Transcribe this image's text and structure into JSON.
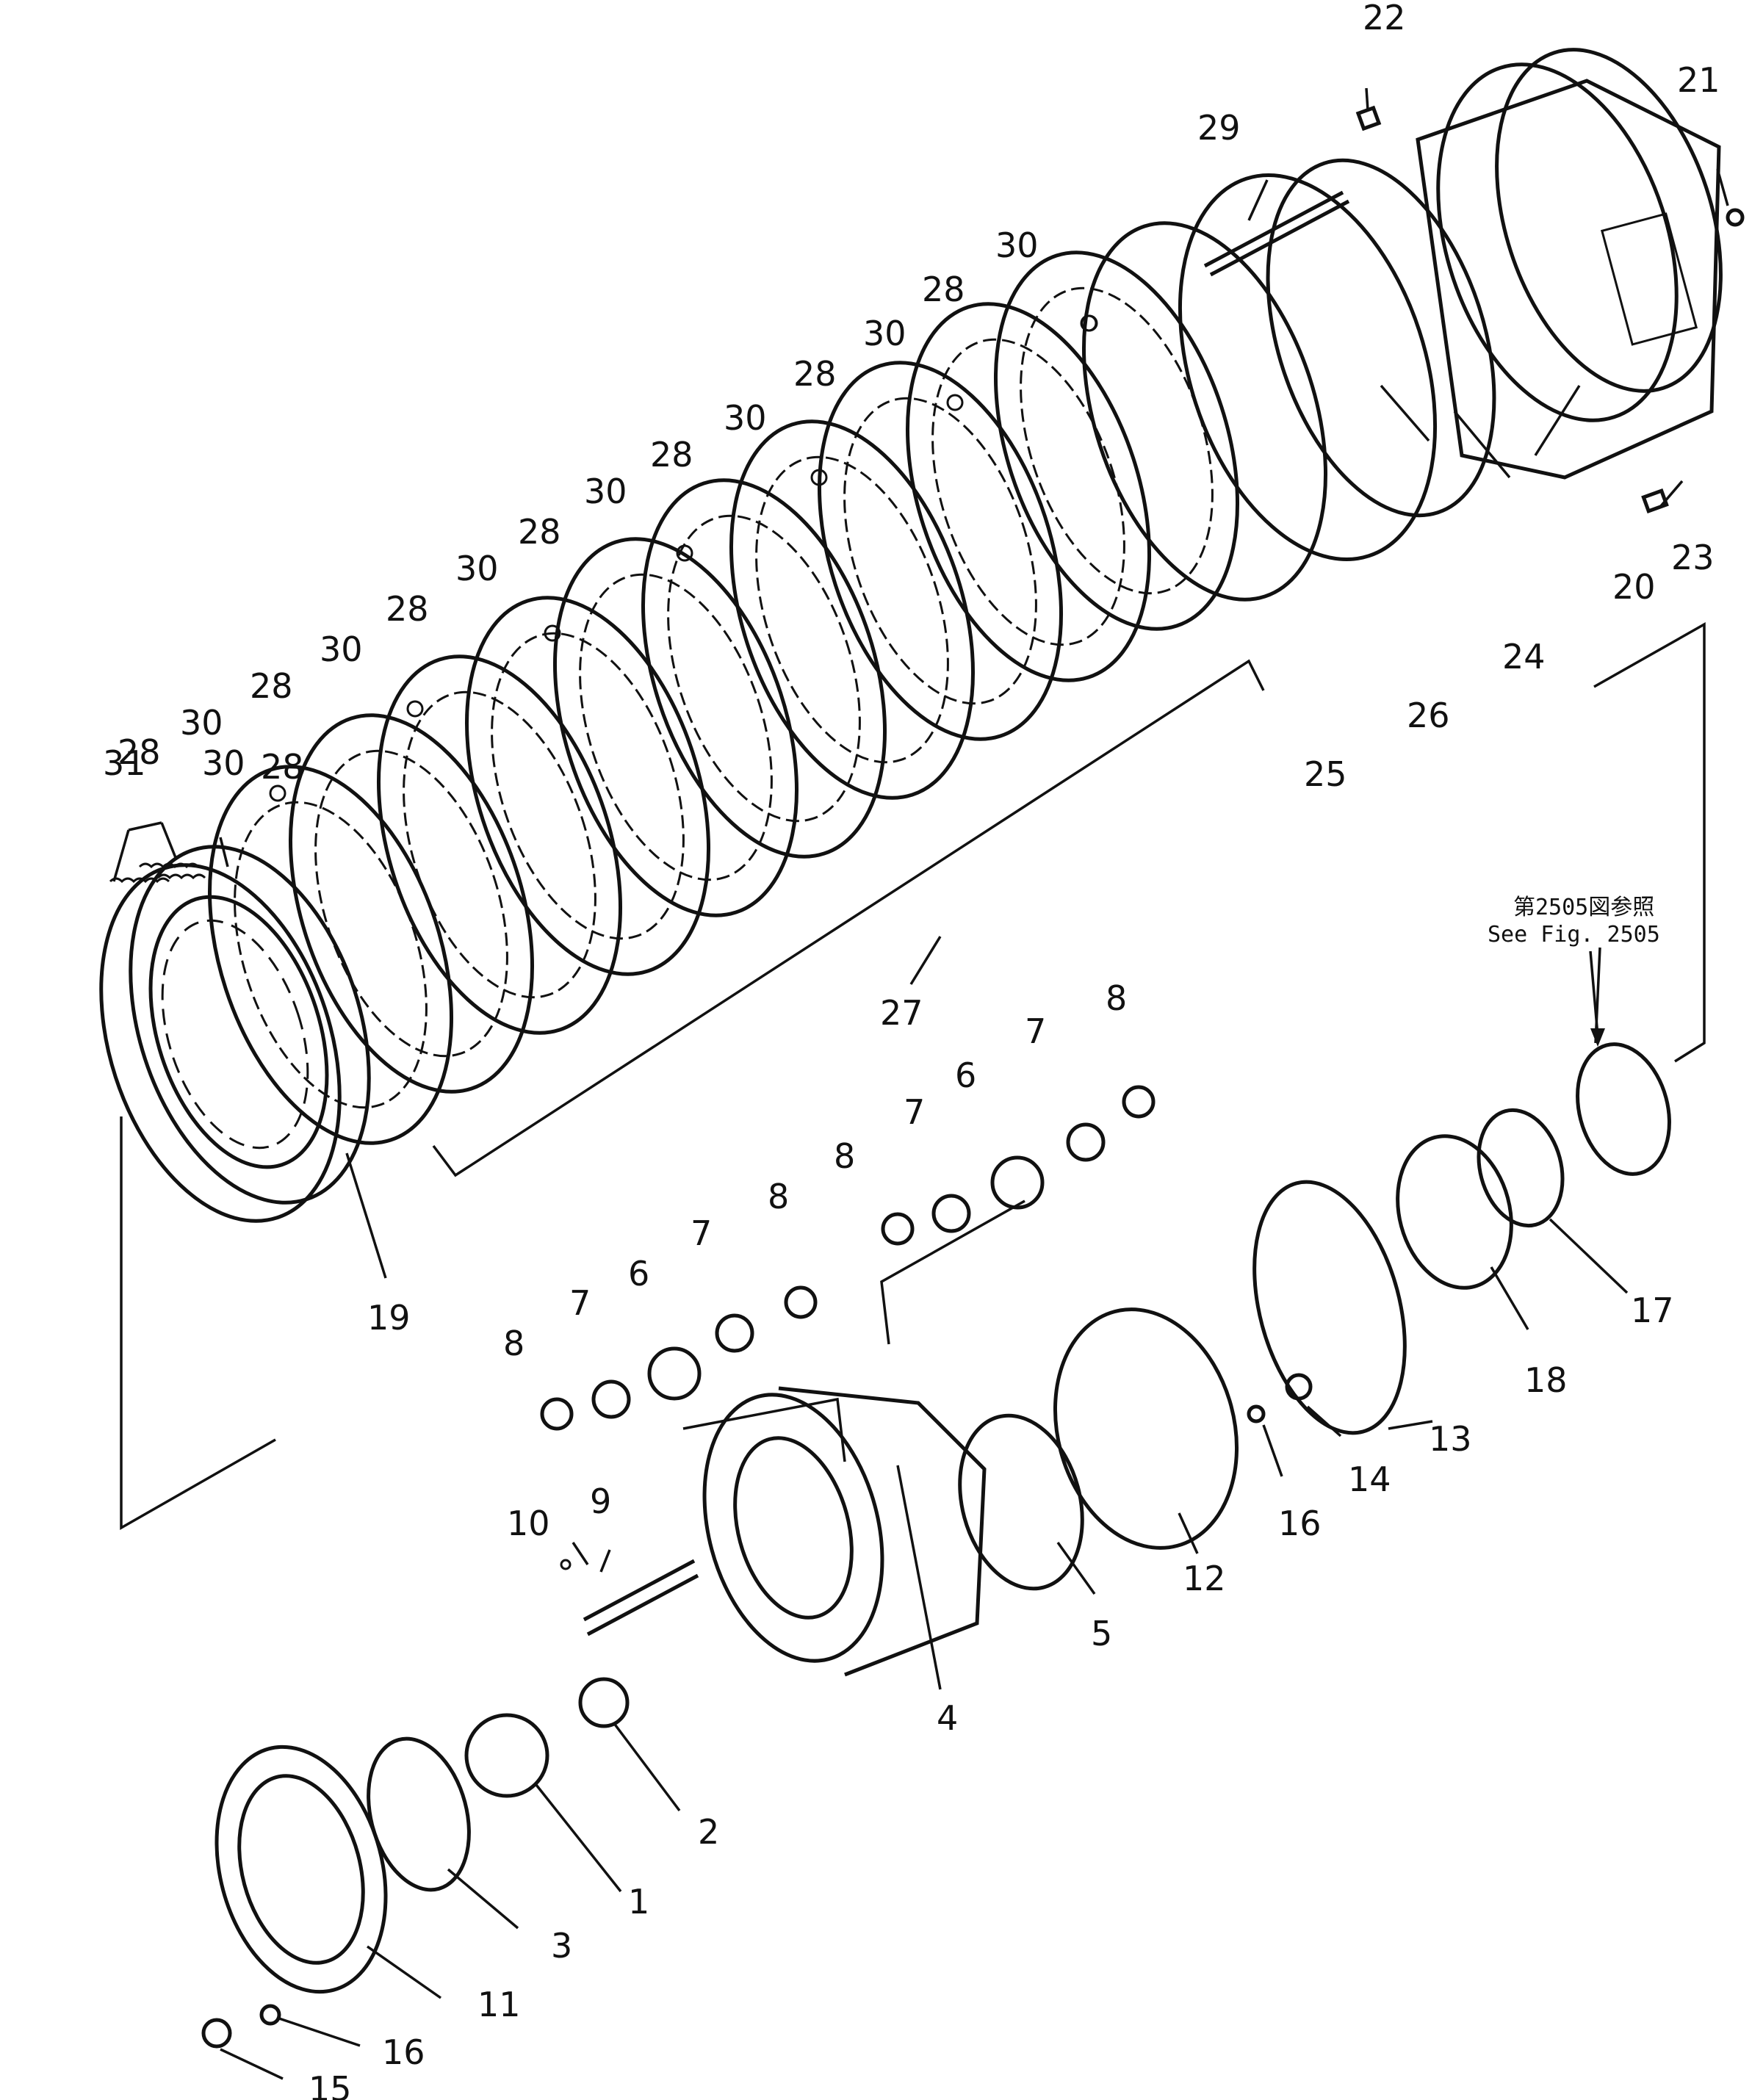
{
  "diagram": {
    "reference_note": {
      "line1": "第2505図参照",
      "line2": "See Fig. 2505"
    },
    "part_labels": [
      "1",
      "2",
      "3",
      "4",
      "5",
      "6",
      "7",
      "8",
      "9",
      "10",
      "11",
      "12",
      "13",
      "14",
      "15",
      "16",
      "17",
      "18",
      "19",
      "20",
      "21",
      "22",
      "23",
      "24",
      "25",
      "26",
      "27",
      "28",
      "29",
      "30",
      "31"
    ],
    "repeated_labels": {
      "28": 8,
      "30": 8,
      "8": 4,
      "7": 4,
      "6": 2,
      "16": 2
    }
  }
}
